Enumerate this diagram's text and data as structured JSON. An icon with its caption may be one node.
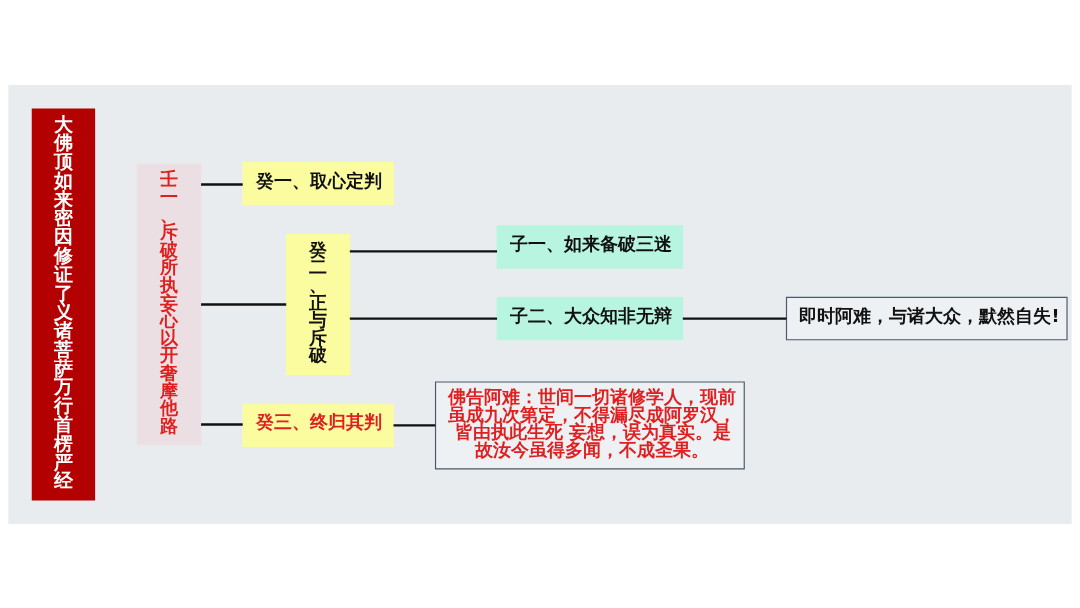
{
  "diagram": {
    "title": "大佛顶如来密因修证了义诸菩萨万行首楞严经",
    "nodes": [
      {
        "text": [
          "壬一、斥破所执妄心以开奢摩他路"
        ]
      },
      {
        "text": [
          "癸一、取心定判"
        ]
      },
      {
        "text": [
          "癸二、正与斥破"
        ]
      },
      {
        "text": [
          "子一、如来备破三迷"
        ]
      },
      {
        "text": [
          "子二、大众知非无辩"
        ]
      },
      {
        "text": [
          "即时阿难，与诸大众，默然自失!"
        ]
      },
      {
        "text": [
          "癸三、终归其判"
        ]
      },
      {
        "text": [
          "佛告阿难：世间一切诸修学人，现前虽成九次第定，不得漏尽成阿罗汉，皆由执此生死 妄想，误为真实。是故汝今虽得多闻，不成圣果。"
        ]
      }
    ],
    "edges": [
      {
        "from": 0,
        "to": 1,
        "arrow": "none"
      },
      {
        "from": 0,
        "to": 2,
        "arrow": "none"
      },
      {
        "from": 0,
        "to": 6,
        "arrow": "none"
      },
      {
        "from": 2,
        "to": 3,
        "arrow": "none"
      },
      {
        "from": 2,
        "to": 4,
        "arrow": "none"
      },
      {
        "from": 4,
        "to": 5,
        "arrow": "none"
      },
      {
        "from": 6,
        "to": 7,
        "arrow": "none"
      }
    ]
  }
}
